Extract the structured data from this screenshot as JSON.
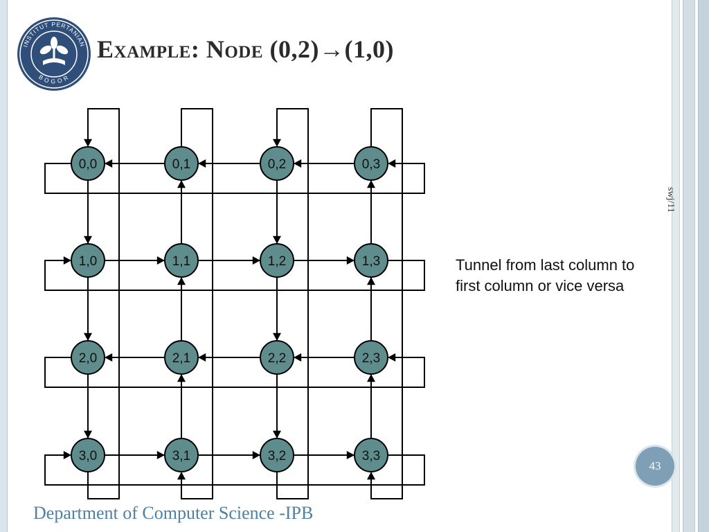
{
  "slide": {
    "title_prefix": "Example: Node ",
    "title_coords": "(0,2)→(1,0)",
    "side_text": "swj/11",
    "page_number": "43",
    "department": "Department of Computer Science -IPB"
  },
  "logo": {
    "ring_text_top": "INSTITUT PERTANIAN",
    "ring_text_bottom": "BOGOR"
  },
  "diagram": {
    "note": "Tunnel from last column to first column or vice versa",
    "node_fill": "#5f8d8d",
    "edge_color": "#000000",
    "rows": 4,
    "cols": 4,
    "nodes": [
      [
        "0,0",
        "0,1",
        "0,2",
        "0,3"
      ],
      [
        "1,0",
        "1,1",
        "1,2",
        "1,3"
      ],
      [
        "2,0",
        "2,1",
        "2,2",
        "2,3"
      ],
      [
        "3,0",
        "3,1",
        "3,2",
        "3,3"
      ]
    ],
    "row_flow": [
      "left",
      "right",
      "left",
      "right"
    ],
    "col_flow": [
      "down",
      "up",
      "down",
      "up"
    ]
  },
  "colors": {
    "frame": "#dbe4ea",
    "badge": "#7f9fb6",
    "department_text": "#4f7fa3",
    "logo": "#2f4f7a"
  }
}
